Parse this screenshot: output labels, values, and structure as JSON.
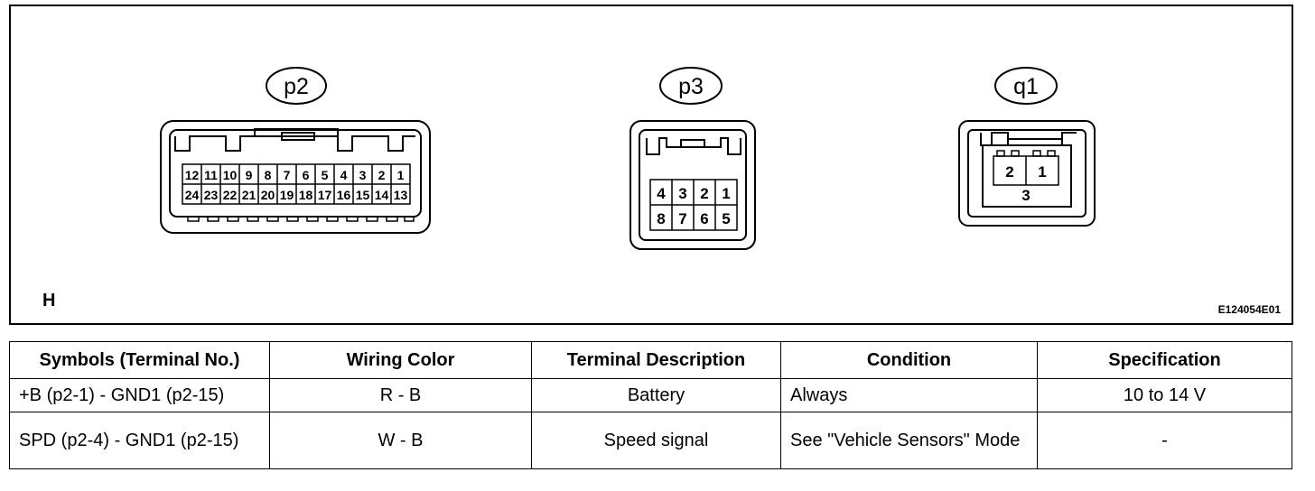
{
  "diagram": {
    "figure_letter": "H",
    "figure_code": "E124054E01",
    "connectors": [
      {
        "id": "p2",
        "label": "p2",
        "rows": [
          [
            "12",
            "11",
            "10",
            "9",
            "8",
            "7",
            "6",
            "5",
            "4",
            "3",
            "2",
            "1"
          ],
          [
            "24",
            "23",
            "22",
            "21",
            "20",
            "19",
            "18",
            "17",
            "16",
            "15",
            "14",
            "13"
          ]
        ]
      },
      {
        "id": "p3",
        "label": "p3",
        "rows": [
          [
            "4",
            "3",
            "2",
            "1"
          ],
          [
            "8",
            "7",
            "6",
            "5"
          ]
        ]
      },
      {
        "id": "q1",
        "label": "q1",
        "rows": [
          [
            "2",
            "1"
          ]
        ],
        "extra_terminal": "3"
      }
    ]
  },
  "table": {
    "headers": [
      "Symbols (Terminal No.)",
      "Wiring Color",
      "Terminal Description",
      "Condition",
      "Specification"
    ],
    "rows": [
      {
        "symbols": "+B (p2-1) - GND1 (p2-15)",
        "wiring": "R - B",
        "description": "Battery",
        "condition": "Always",
        "specification": "10 to 14 V"
      },
      {
        "symbols": "SPD (p2-4) - GND1 (p2-15)",
        "wiring": "W - B",
        "description": "Speed signal",
        "condition": "See \"Vehicle Sensors\" Mode",
        "specification": "-"
      }
    ]
  }
}
